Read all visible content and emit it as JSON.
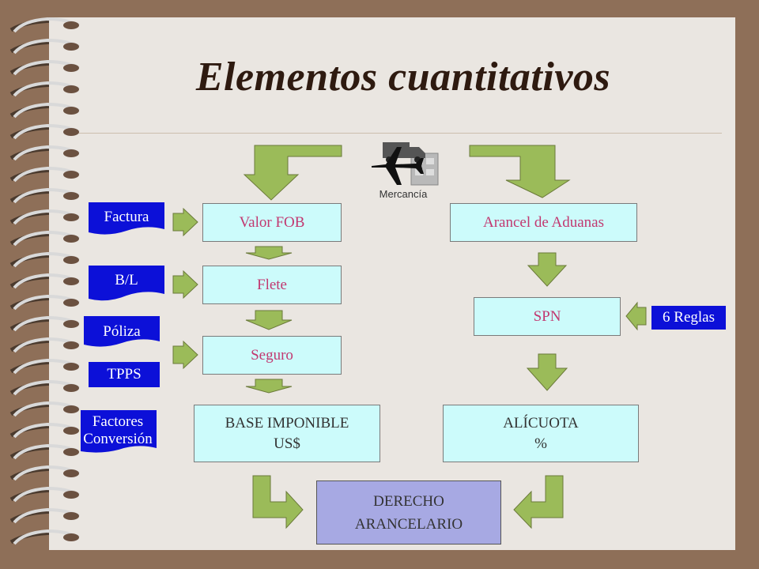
{
  "title": "Elementos cuantitativos",
  "icon": {
    "name": "plane-truck-cargo-icon",
    "label": "Mercancía"
  },
  "left_column": {
    "valor_fob": "Valor FOB",
    "flete": "Flete",
    "seguro": "Seguro",
    "base_line1": "BASE IMPONIBLE",
    "base_line2": "US$"
  },
  "right_column": {
    "arancel": "Arancel de Aduanas",
    "spn": "SPN",
    "alicuota_line1": "ALÍCUOTA",
    "alicuota_line2": "%"
  },
  "documents": {
    "factura": "Factura",
    "bl": "B/L",
    "poliza": "Póliza",
    "tpps": "TPPS",
    "factores_line1": "Factores",
    "factores_line2": "Conversión"
  },
  "reglas": "6 Reglas",
  "result_line1": "DERECHO",
  "result_line2": "ARANCELARIO",
  "colors": {
    "arrow_fill": "#9bbb59",
    "box_fill": "#ccfbfb",
    "tag_fill": "#0c10d8",
    "result_fill": "#a7a9e3",
    "title": "#2e1a10",
    "box_text": "#c23870"
  }
}
